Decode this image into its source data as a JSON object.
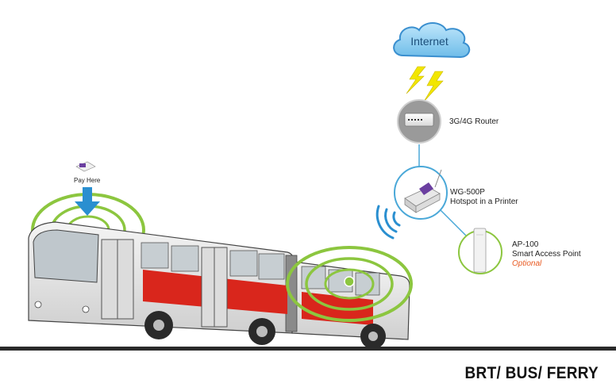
{
  "cloud": {
    "label": "Internet"
  },
  "nodes": {
    "router": {
      "label": "3G/4G Router"
    },
    "hotspot": {
      "model": "WG-500P",
      "description": "Hotspot in a Printer"
    },
    "access_point": {
      "model": "AP-100",
      "description": "Smart Access Point",
      "note": "Optional"
    }
  },
  "payment": {
    "label": "Pay Here"
  },
  "footer": {
    "title": "BRT/ BUS/ FERRY"
  },
  "colors": {
    "cloud": "#7ec8f0",
    "link_line": "#4aa8d8",
    "signal_green": "#8cc63f",
    "signal_blue": "#2a8fd0",
    "bus_red": "#d9261c",
    "lightning": "#f2e600",
    "optional_text": "#e85a22"
  }
}
